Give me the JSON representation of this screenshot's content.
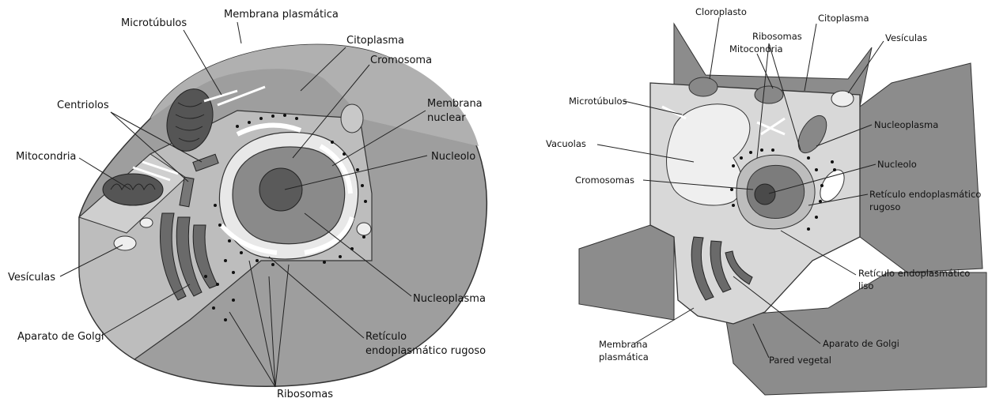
{
  "animal": {
    "labels": {
      "microtubulos": "Microtúbulos",
      "membrana_plasmatica": "Membrana plasmática",
      "citoplasma": "Citoplasma",
      "cromosoma": "Cromosoma",
      "membrana_nuclear_1": "Membrana",
      "membrana_nuclear_2": "nuclear",
      "centriolos": "Centriolos",
      "mitocondria": "Mitocondria",
      "nucleolo": "Nucleolo",
      "vesiculas": "Vesículas",
      "nucleoplasma": "Nucleoplasma",
      "aparato_golgi": "Aparato de Golgi",
      "reticulo_1": "Retículo",
      "reticulo_2": "endoplasmático rugoso",
      "ribosomas": "Ribosomas"
    }
  },
  "plant": {
    "labels": {
      "cloroplasto": "Cloroplasto",
      "citoplasma": "Citoplasma",
      "ribosomas": "Ribosomas",
      "vesiculas": "Vesículas",
      "mitocondria": "Mitocondria",
      "microtubulos": "Microtúbulos",
      "nucleoplasma": "Nucleoplasma",
      "vacuolas": "Vacuolas",
      "nucleolo": "Nucleolo",
      "cromosomas": "Cromosomas",
      "ret_rugoso_1": "Retículo endoplasmático",
      "ret_rugoso_2": "rugoso",
      "ret_liso_1": "Retículo endoplasmático",
      "ret_liso_2": "liso",
      "membrana_1": "Membrana",
      "membrana_2": "plasmática",
      "golgi": "Aparato de Golgi",
      "pared": "Pared vegetal"
    }
  },
  "colors": {
    "cell_fill": "#9c9c9c",
    "cell_light": "#cfcfcf",
    "nucleus": "#7a7a7a",
    "nucleolus": "#555555",
    "wall": "#8a8a8a",
    "vacuole": "#efefef"
  }
}
